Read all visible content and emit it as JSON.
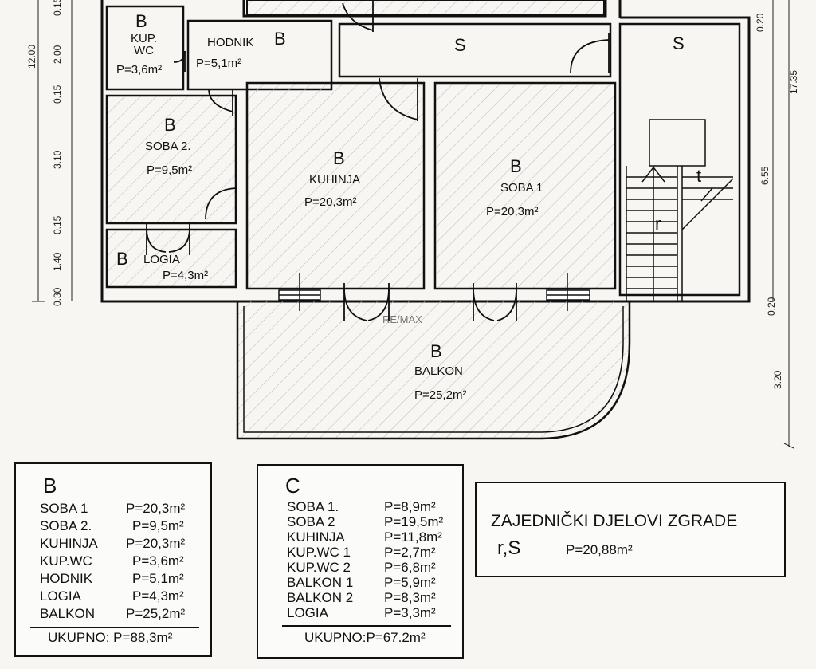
{
  "plan": {
    "rooms": [
      {
        "id": "kup_wc",
        "letter": "B",
        "name": "KUP.\nWC",
        "area": "P=3,6m²"
      },
      {
        "id": "hodnik",
        "letter": "B",
        "name": "HODNIK",
        "area": "P=5,1m²"
      },
      {
        "id": "soba2",
        "letter": "B",
        "name": "SOBA 2.",
        "area": "P=9,5m²"
      },
      {
        "id": "kuhinja",
        "letter": "B",
        "name": "KUHINJA",
        "area": "P=20,3m²"
      },
      {
        "id": "soba1",
        "letter": "B",
        "name": "SOBA 1",
        "area": "P=20,3m²"
      },
      {
        "id": "logia",
        "letter": "B",
        "name": "LOGIA",
        "area": "P=4,3m²"
      },
      {
        "id": "balkon",
        "letter": "B",
        "name": "BALKON",
        "area": "P=25,2m²"
      }
    ],
    "shared_labels": [
      "S",
      "S",
      "r",
      "t"
    ],
    "left_dims": [
      "12.00",
      "2.00",
      "0.15",
      "0.15",
      "3.10",
      "0.15",
      "1.40",
      "0.30"
    ],
    "right_dims": [
      "0.20",
      "17.35",
      "6.55",
      "0.20",
      "3.20"
    ],
    "watermark": "RE/MAX"
  },
  "table_b": {
    "title": "B",
    "rows": [
      {
        "name": "SOBA 1",
        "value": "P=20,3m²"
      },
      {
        "name": "SOBA 2.",
        "value": "P=9,5m²"
      },
      {
        "name": "KUHINJA",
        "value": "P=20,3m²"
      },
      {
        "name": "KUP.WC",
        "value": "P=3,6m²"
      },
      {
        "name": "HODNIK",
        "value": "P=5,1m²"
      },
      {
        "name": "LOGIA",
        "value": "P=4,3m²"
      },
      {
        "name": "BALKON",
        "value": "P=25,2m²"
      }
    ],
    "total": "UKUPNO: P=88,3m²"
  },
  "table_c": {
    "title": "C",
    "rows": [
      {
        "name": "SOBA 1.",
        "value": "P=8,9m²"
      },
      {
        "name": "SOBA 2",
        "value": "P=19,5m²"
      },
      {
        "name": "KUHINJA",
        "value": "P=11,8m²"
      },
      {
        "name": "KUP.WC 1",
        "value": "P=2,7m²"
      },
      {
        "name": "KUP.WC 2",
        "value": "P=6,8m²"
      },
      {
        "name": "BALKON 1",
        "value": "P=5,9m²"
      },
      {
        "name": "BALKON 2",
        "value": "P=8,3m²"
      },
      {
        "name": "LOGIA",
        "value": "P=3,3m²"
      }
    ],
    "total": "UKUPNO:P=67.2m²"
  },
  "shared": {
    "title": "ZAJEDNIČKI DJELOVI ZGRADE",
    "code": "r,S",
    "area": "P=20,88m²"
  }
}
